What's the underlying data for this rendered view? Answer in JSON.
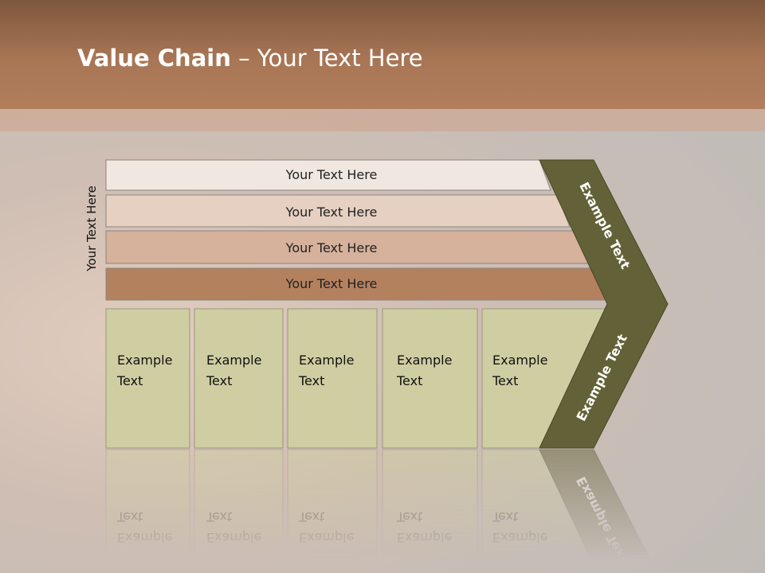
{
  "title": {
    "bold": "Value Chain",
    "rest": " – Your Text Here"
  },
  "side_label": "Your Text Here",
  "rows": [
    {
      "label": "Your Text Here",
      "fill": "#f0e7e0"
    },
    {
      "label": "Your Text Here",
      "fill": "#e6d0c2"
    },
    {
      "label": "Your Text Here",
      "fill": "#d6b19b"
    },
    {
      "label": "Your Text Here",
      "fill": "#b4815f"
    }
  ],
  "cells": [
    "Example Text",
    "Example Text",
    "Example Text",
    "Example Text",
    "Example Text"
  ],
  "chevron": {
    "upper": "Example Text",
    "lower": "Example Text"
  },
  "colors": {
    "cell_fill": "#cfcea2",
    "chevron": "#636137",
    "title_bar": "#a87655"
  }
}
